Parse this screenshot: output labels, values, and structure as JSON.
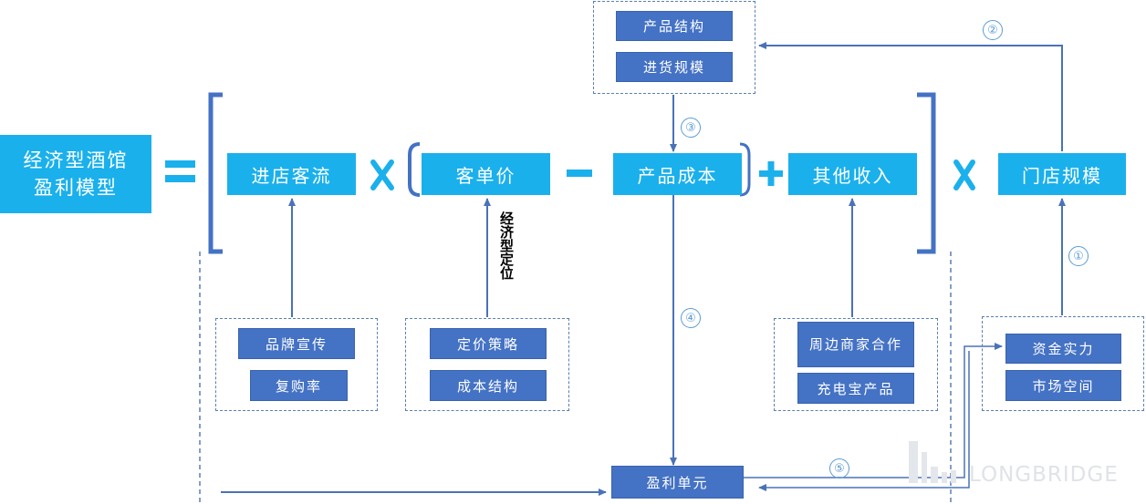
{
  "title": "经济型酒馆\n盈利模型",
  "factors": {
    "traffic": "进店客流",
    "avg_price": "客单价",
    "product_cost": "产品成本",
    "other_income": "其他收入",
    "store_scale": "门店规模"
  },
  "top_group": [
    "产品结构",
    "进货规模"
  ],
  "groups": {
    "traffic": [
      "品牌宣传",
      "复购率"
    ],
    "pricing": [
      "定价策略",
      "成本结构"
    ],
    "other": [
      "周边商家合作",
      "充电宝产品"
    ],
    "capital": [
      "资金实力",
      "市场空间"
    ]
  },
  "positioning_label": "经济型定位",
  "profit_unit": "盈利单元",
  "step_numbers": [
    "①",
    "②",
    "③",
    "④",
    "⑤"
  ],
  "watermark": "LONGBRIDGE",
  "colors": {
    "primary": "#1ab0ec",
    "secondary": "#4472c4",
    "bracket": "#4472c4",
    "arrow": "#4472c4"
  }
}
